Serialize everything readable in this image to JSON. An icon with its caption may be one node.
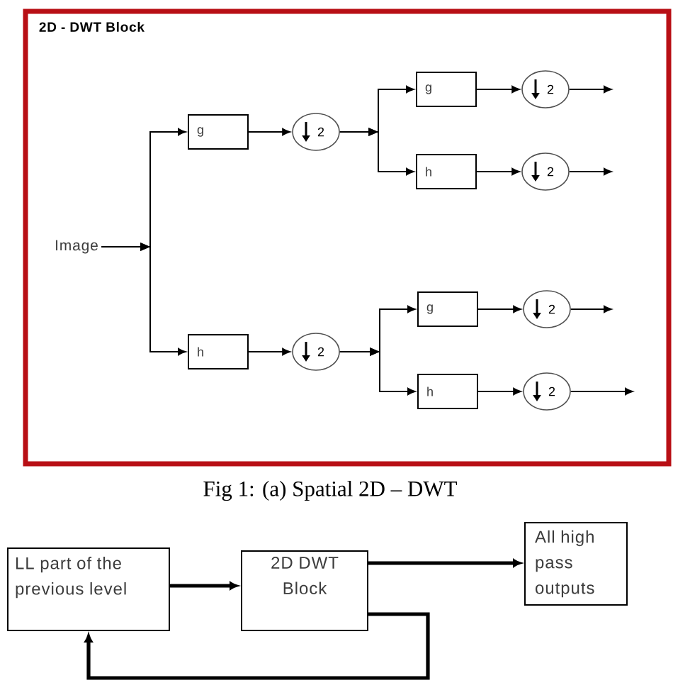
{
  "diagram": {
    "caption": "Fig 1: (a) Spatial 2D – DWT",
    "nodes": [
      {
        "text": [
          "2D - DWT Block"
        ]
      },
      {
        "text": [
          "Image"
        ],
        "in": 0
      },
      {
        "text": [
          "g"
        ],
        "in": 0
      },
      {
        "text": [
          "2"
        ],
        "in": 0
      },
      {
        "text": [
          "g"
        ],
        "in": 0
      },
      {
        "text": [
          "2"
        ],
        "in": 0
      },
      {
        "text": [
          "h"
        ],
        "in": 0
      },
      {
        "text": [
          "2"
        ],
        "in": 0
      },
      {
        "text": [
          "h"
        ],
        "in": 0
      },
      {
        "text": [
          "2"
        ],
        "in": 0
      },
      {
        "text": [
          "g"
        ],
        "in": 0
      },
      {
        "text": [
          "2"
        ],
        "in": 0
      },
      {
        "text": [
          "h"
        ],
        "in": 0
      },
      {
        "text": [
          "2"
        ],
        "in": 0
      },
      {
        "text": [
          "LL part of the previous level"
        ]
      },
      {
        "text": [
          "2D DWT Block"
        ]
      },
      {
        "text": [
          "All high pass outputs"
        ]
      }
    ],
    "edges": [
      {
        "from": 1,
        "to": 2,
        "arrow": "to"
      },
      {
        "from": 1,
        "to": 8,
        "arrow": "to"
      },
      {
        "from": 2,
        "to": 3,
        "arrow": "to"
      },
      {
        "from": 3,
        "to": 4,
        "arrow": "to"
      },
      {
        "from": 3,
        "to": 6,
        "arrow": "to"
      },
      {
        "from": 4,
        "to": 5,
        "arrow": "to"
      },
      {
        "from": 6,
        "to": 7,
        "arrow": "to"
      },
      {
        "from": 5,
        "to": null,
        "arrow": "to"
      },
      {
        "from": 7,
        "to": null,
        "arrow": "to"
      },
      {
        "from": 8,
        "to": 9,
        "arrow": "to"
      },
      {
        "from": 9,
        "to": 10,
        "arrow": "to"
      },
      {
        "from": 9,
        "to": 12,
        "arrow": "to"
      },
      {
        "from": 10,
        "to": 11,
        "arrow": "to"
      },
      {
        "from": 12,
        "to": 13,
        "arrow": "to"
      },
      {
        "from": 11,
        "to": null,
        "arrow": "to"
      },
      {
        "from": 13,
        "to": null,
        "arrow": "to"
      },
      {
        "from": 14,
        "to": 15,
        "arrow": "to",
        "style": "thick"
      },
      {
        "from": 15,
        "to": 16,
        "arrow": "to",
        "style": "thick"
      },
      {
        "from": 15,
        "to": 14,
        "arrow": "to",
        "style": "thick"
      }
    ]
  }
}
